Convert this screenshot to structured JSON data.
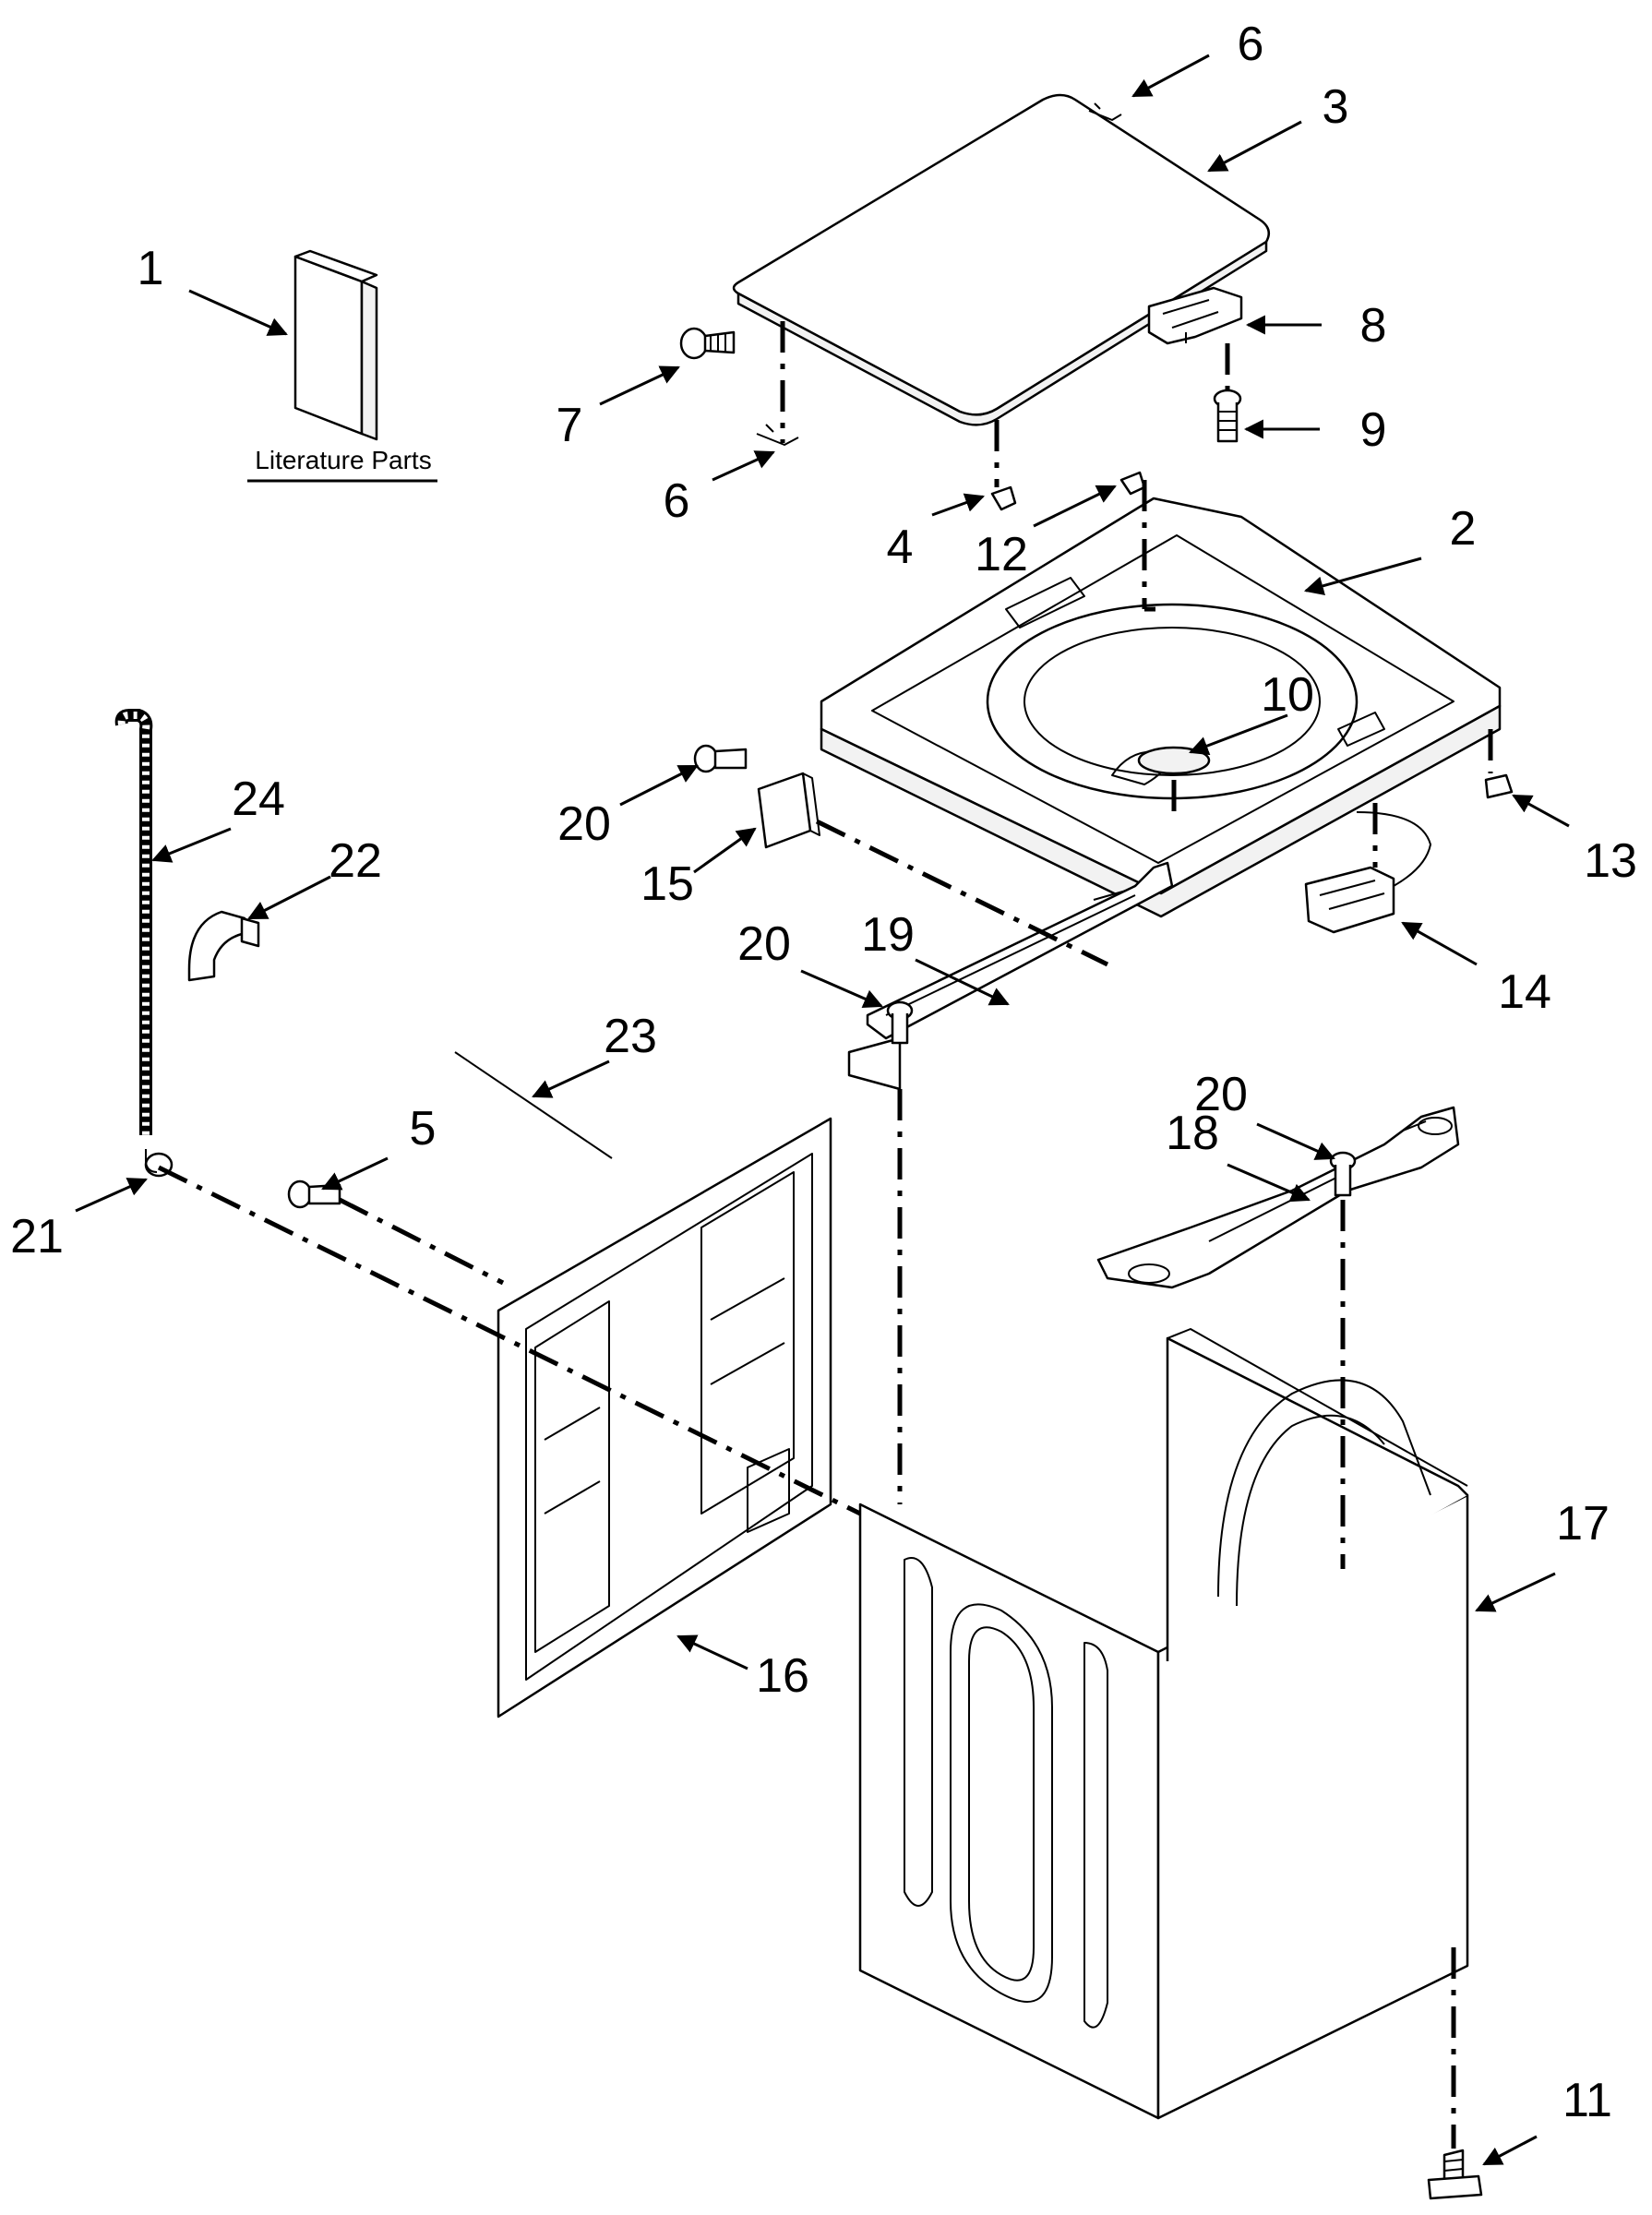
{
  "literature_label": "Literature Parts",
  "callouts": [
    {
      "id": "c1",
      "text": "1"
    },
    {
      "id": "c2",
      "text": "2"
    },
    {
      "id": "c3",
      "text": "3"
    },
    {
      "id": "c4",
      "text": "4"
    },
    {
      "id": "c5",
      "text": "5"
    },
    {
      "id": "c6a",
      "text": "6"
    },
    {
      "id": "c6b",
      "text": "6"
    },
    {
      "id": "c7",
      "text": "7"
    },
    {
      "id": "c8",
      "text": "8"
    },
    {
      "id": "c9",
      "text": "9"
    },
    {
      "id": "c10",
      "text": "10"
    },
    {
      "id": "c11",
      "text": "11"
    },
    {
      "id": "c12",
      "text": "12"
    },
    {
      "id": "c13",
      "text": "13"
    },
    {
      "id": "c14",
      "text": "14"
    },
    {
      "id": "c15",
      "text": "15"
    },
    {
      "id": "c16",
      "text": "16"
    },
    {
      "id": "c17",
      "text": "17"
    },
    {
      "id": "c18",
      "text": "18"
    },
    {
      "id": "c19",
      "text": "19"
    },
    {
      "id": "c20a",
      "text": "20"
    },
    {
      "id": "c20b",
      "text": "20"
    },
    {
      "id": "c20c",
      "text": "20"
    },
    {
      "id": "c21",
      "text": "21"
    },
    {
      "id": "c22",
      "text": "22"
    },
    {
      "id": "c23",
      "text": "23"
    },
    {
      "id": "c24",
      "text": "24"
    }
  ]
}
